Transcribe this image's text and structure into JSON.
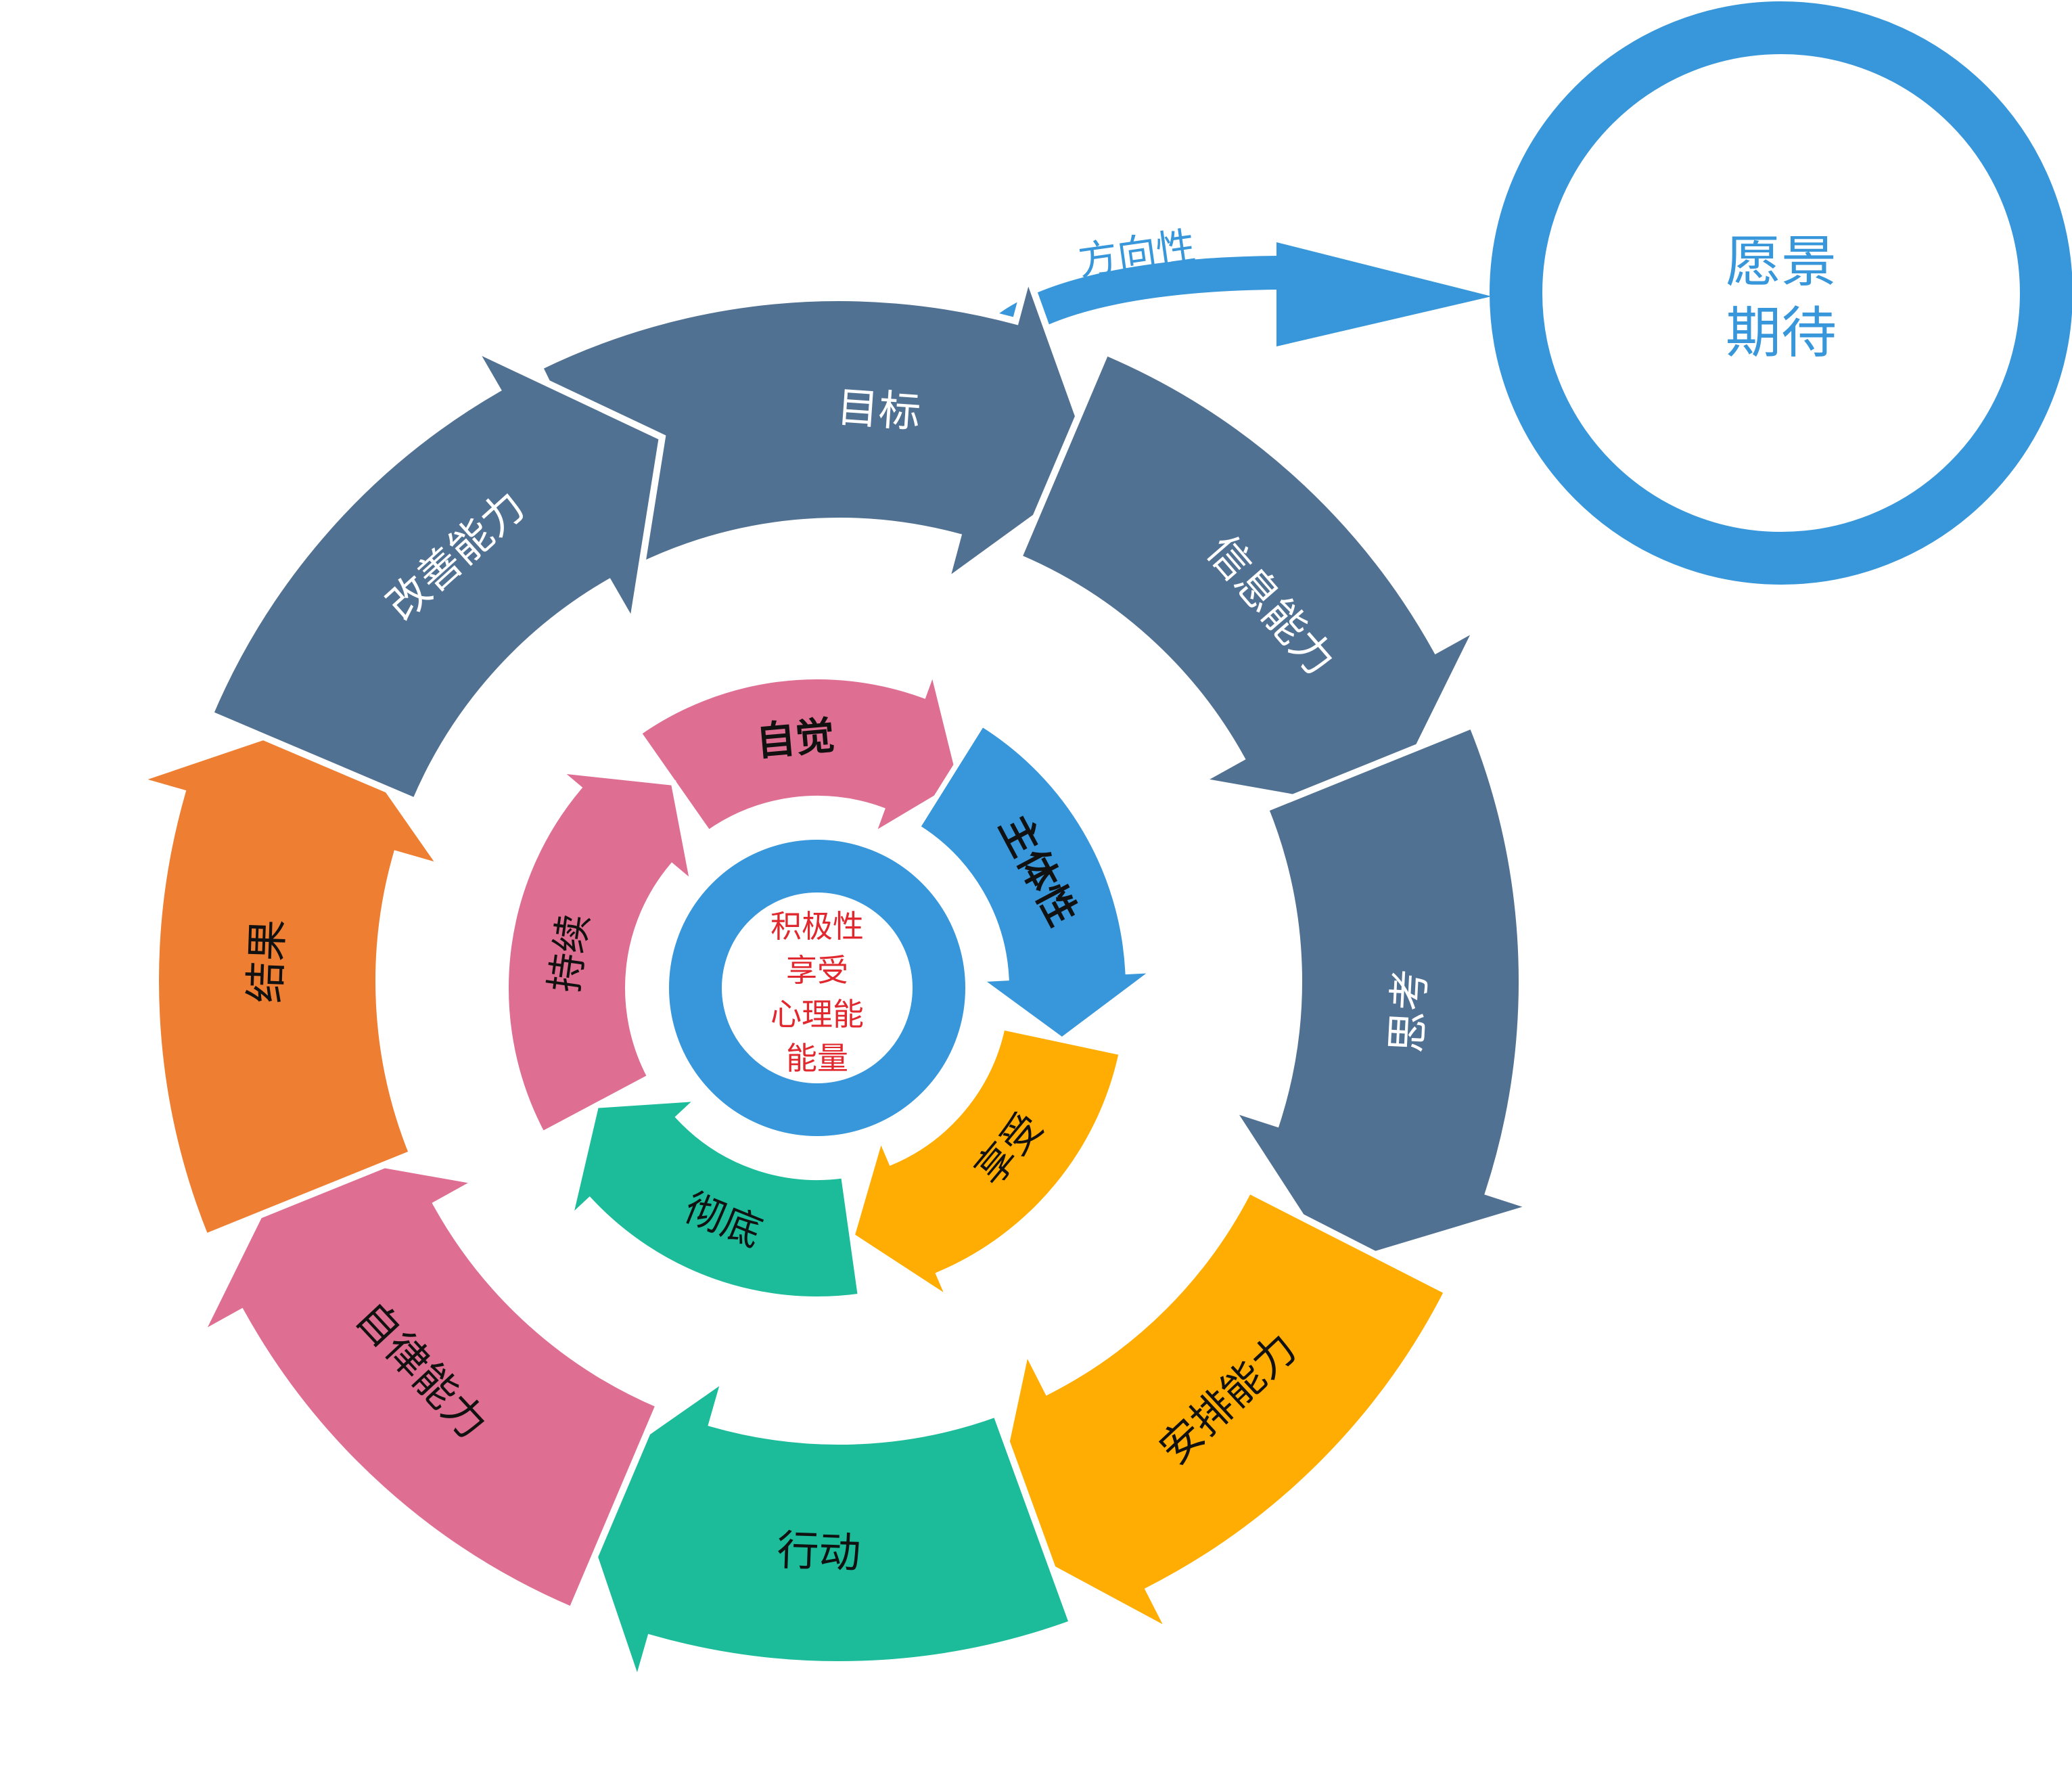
{
  "vision": {
    "lines": [
      "愿景",
      "期待"
    ],
    "color": "#3797DA"
  },
  "direction_label": "方向性",
  "outer_ring": [
    {
      "label": "目标",
      "color": "#517192"
    },
    {
      "label": "信息能力",
      "color": "#517192"
    },
    {
      "label": "思考",
      "color": "#517192"
    },
    {
      "label": "安排能力",
      "color": "#FFAD02"
    },
    {
      "label": "行动",
      "color": "#1CBC9B"
    },
    {
      "label": "自律能力",
      "color": "#DE6F93"
    },
    {
      "label": "结果",
      "color": "#EE7E32"
    },
    {
      "label": "改善能力",
      "color": "#517192"
    }
  ],
  "inner_ring": [
    {
      "label": "自觉",
      "color": "#DE6F93"
    },
    {
      "label": "主体性",
      "color": "#3797DA"
    },
    {
      "label": "享受",
      "color": "#FFAD02"
    },
    {
      "label": "彻底",
      "color": "#1CBC9B"
    },
    {
      "label": "持续",
      "color": "#DE6F93"
    }
  ],
  "core": {
    "lines": [
      "积极性",
      "享受",
      "心理能",
      "能量"
    ],
    "text_color": "#E0282E",
    "ring_color": "#3797DA"
  }
}
